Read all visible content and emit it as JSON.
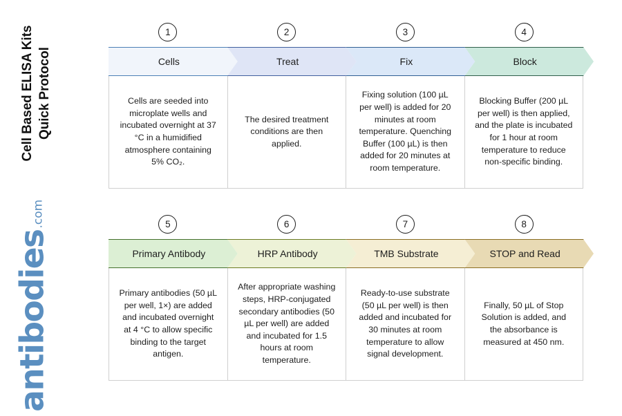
{
  "document": {
    "title": "Cell Based ELISA Kits\nQuick Protocol",
    "brand_name": "antibodies",
    "brand_tld": ".com",
    "brand_color": "#5b8fc0"
  },
  "flow": {
    "rows": [
      {
        "steps": [
          {
            "number": "1",
            "label": "Cells",
            "fill": "#f1f5fb",
            "stroke": "#4b7fb5",
            "description": "Cells are seeded into microplate wells and incubated overnight at 37 °C in a humidified atmosphere containing 5% CO₂."
          },
          {
            "number": "2",
            "label": "Treat",
            "fill": "#dfe5f6",
            "stroke": "#3f5f9e",
            "description": "The desired treatment conditions are then applied."
          },
          {
            "number": "3",
            "label": "Fix",
            "fill": "#dbe8f8",
            "stroke": "#2f5f93",
            "description": "Fixing solution (100 µL per well) is added for 20 minutes at room temperature. Quenching Buffer (100 µL) is then added for 20 minutes at room temperature."
          },
          {
            "number": "4",
            "label": "Block",
            "fill": "#cce9dd",
            "stroke": "#2f5f4a",
            "description": "Blocking Buffer (200 µL per well) is then applied, and the plate is incubated for 1 hour at room temperature to reduce non-specific binding."
          }
        ]
      },
      {
        "steps": [
          {
            "number": "5",
            "label": "Primary Antibody",
            "fill": "#dcefd4",
            "stroke": "#43702c",
            "description": "Primary antibodies (50 µL per well, 1×) are added and incubated overnight at 4 °C to allow specific binding to the target antigen."
          },
          {
            "number": "6",
            "label": "HRP Antibody",
            "fill": "#edf2d7",
            "stroke": "#6b7a22",
            "description": "After appropriate washing steps, HRP-conjugated secondary antibodies (50 µL per well) are added and incubated for 1.5 hours at room temperature."
          },
          {
            "number": "7",
            "label": "TMB Substrate",
            "fill": "#f5eed4",
            "stroke": "#8a6d22",
            "description": "Ready-to-use substrate (50 µL per well) is then added and incubated for 30 minutes at room temperature to allow signal development."
          },
          {
            "number": "8",
            "label": "STOP and Read",
            "fill": "#e8dab4",
            "stroke": "#8a6d22",
            "description": "Finally, 50 µL of Stop Solution is added, and the absorbance is measured at 450 nm."
          }
        ]
      }
    ]
  }
}
